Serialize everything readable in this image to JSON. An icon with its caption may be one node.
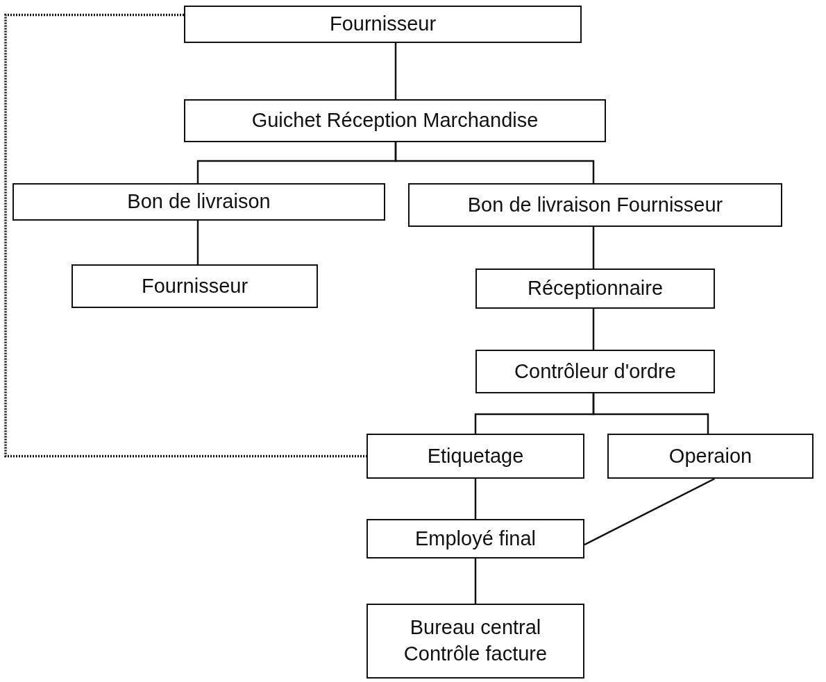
{
  "diagram": {
    "nodes": [
      {
        "text": [
          "Fournisseur"
        ]
      },
      {
        "text": [
          "Guichet Réception Marchandise"
        ]
      },
      {
        "text": [
          "Bon de livraison"
        ]
      },
      {
        "text": [
          "Bon de livraison Fournisseur"
        ]
      },
      {
        "text": [
          "Fournisseur"
        ]
      },
      {
        "text": [
          "Réceptionnaire"
        ]
      },
      {
        "text": [
          "Contrôleur d'ordre"
        ]
      },
      {
        "text": [
          "Etiquetage"
        ]
      },
      {
        "text": [
          "Operaion"
        ]
      },
      {
        "text": [
          "Employé final"
        ]
      },
      {
        "text": [
          "Bureau central Contrôle facture"
        ]
      }
    ],
    "edges": [
      {
        "from": 0,
        "to": 1,
        "arrow": "none"
      },
      {
        "from": 1,
        "to": 2,
        "arrow": "none"
      },
      {
        "from": 1,
        "to": 3,
        "arrow": "none"
      },
      {
        "from": 2,
        "to": 4,
        "arrow": "none"
      },
      {
        "from": 3,
        "to": 5,
        "arrow": "none"
      },
      {
        "from": 5,
        "to": 6,
        "arrow": "none"
      },
      {
        "from": 6,
        "to": 7,
        "arrow": "none"
      },
      {
        "from": 6,
        "to": 8,
        "arrow": "none"
      },
      {
        "from": 7,
        "to": 9,
        "arrow": "none"
      },
      {
        "from": 8,
        "to": 9,
        "arrow": "none"
      },
      {
        "from": 9,
        "to": 10,
        "arrow": "none"
      },
      {
        "from": 0,
        "to": 7,
        "arrow": "none",
        "style": "dashed"
      }
    ]
  }
}
